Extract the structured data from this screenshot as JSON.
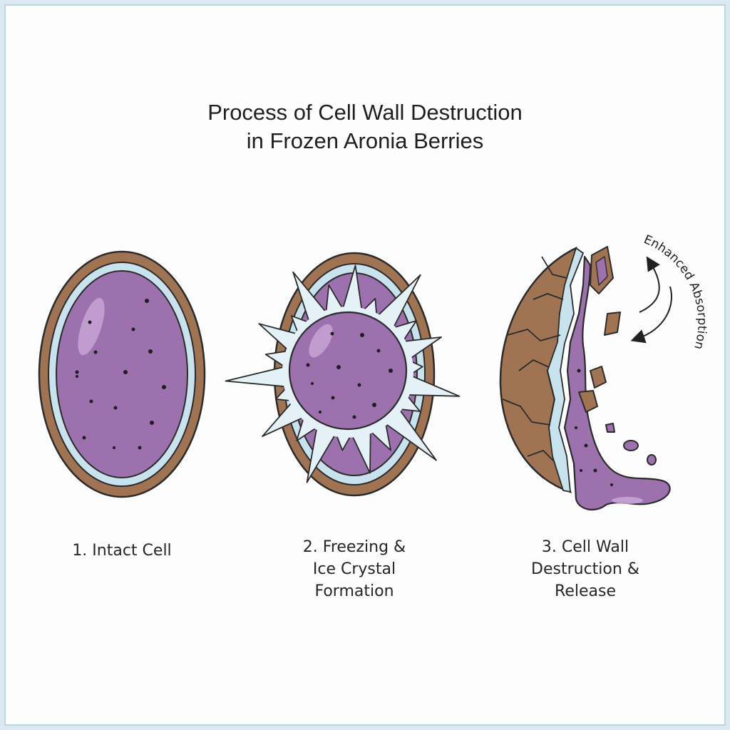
{
  "title": {
    "line1": "Process of Cell Wall Destruction",
    "line2": "in Frozen Aronia Berries"
  },
  "stages": [
    {
      "label_lines": [
        "1. Intact Cell"
      ]
    },
    {
      "label_lines": [
        "2. Freezing &",
        "Ice Crystal",
        "Formation"
      ]
    },
    {
      "label_lines": [
        "3. Cell Wall",
        "Destruction &",
        "Release"
      ]
    }
  ],
  "annotation": "Enhanced Absorption",
  "colors": {
    "cell_wall": "#a07452",
    "membrane": "#c8e3ee",
    "cytoplasm": "#9c71ae",
    "ice": "#e4f1f7",
    "outline": "#2b2b2b",
    "frame": "#b9d6e4"
  }
}
